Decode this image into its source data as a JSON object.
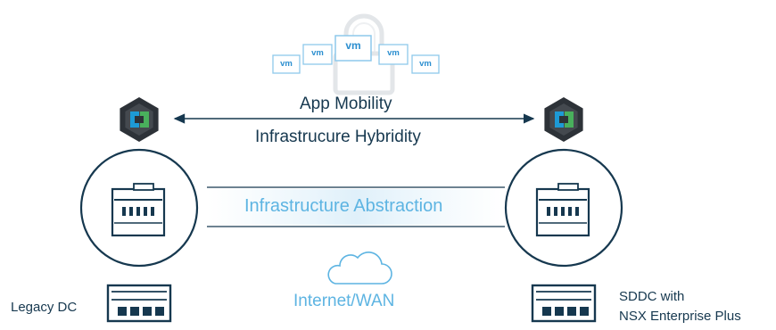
{
  "vm_boxes": [
    "vm",
    "vm",
    "vm",
    "vm",
    "vm"
  ],
  "labels": {
    "app_mobility": "App Mobility",
    "hybridity": "Infrastrucure Hybridity",
    "abstraction": "Infrastructure Abstraction",
    "network": "Internet/WAN",
    "legacy": "Legacy DC",
    "sddc_line1": "SDDC with",
    "sddc_line2": "NSX Enterprise Plus"
  },
  "colors": {
    "navy": "#16384f",
    "light_blue": "#5db4e2",
    "vm_blue": "#2c8fd0",
    "badge_dark": "#2d3238",
    "badge_blue": "#1d9ad6",
    "badge_green": "#49b05c"
  },
  "icons": [
    "lock-icon",
    "mobility-badge-icon",
    "datacenter-building-icon",
    "cloud-icon"
  ]
}
